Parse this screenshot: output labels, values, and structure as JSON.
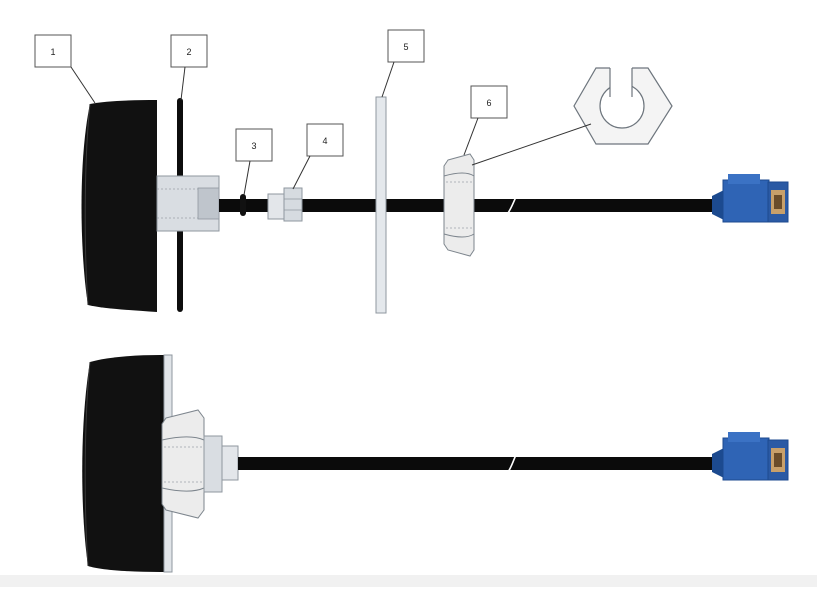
{
  "diagram": {
    "callouts": [
      {
        "id": "1",
        "label": "1"
      },
      {
        "id": "2",
        "label": "2"
      },
      {
        "id": "3",
        "label": "3"
      },
      {
        "id": "4",
        "label": "4"
      },
      {
        "id": "5",
        "label": "5"
      },
      {
        "id": "6",
        "label": "6"
      }
    ],
    "colors": {
      "antenna_body": "#111111",
      "cable": "#0b0b0b",
      "metal_light": "#dfe3e7",
      "metal_dark": "#a8b0b8",
      "connector_blue": "#2f64b5",
      "connector_blue_dark": "#1c4a8f",
      "connector_tan": "#c8a06a"
    },
    "views": [
      "exploded-assembly-view",
      "assembled-view"
    ]
  }
}
